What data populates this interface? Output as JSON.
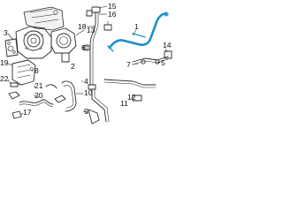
{
  "callouts": {
    "c1": "1",
    "c2": "2",
    "c3": "3",
    "c4": "4",
    "c5": "5",
    "c6": "6",
    "c7": "7",
    "c8": "8",
    "c9": "9",
    "c10": "10",
    "c11": "11",
    "c12": "12",
    "c13": "13",
    "c14": "14",
    "c15": "15",
    "c16": "16",
    "c17": "17",
    "c18": "18",
    "c19": "19",
    "c20": "20",
    "c21": "21",
    "c22": "22"
  },
  "colors": {
    "highlight": "#1e90c8",
    "line": "#2a2a2a",
    "background": "#ffffff"
  }
}
